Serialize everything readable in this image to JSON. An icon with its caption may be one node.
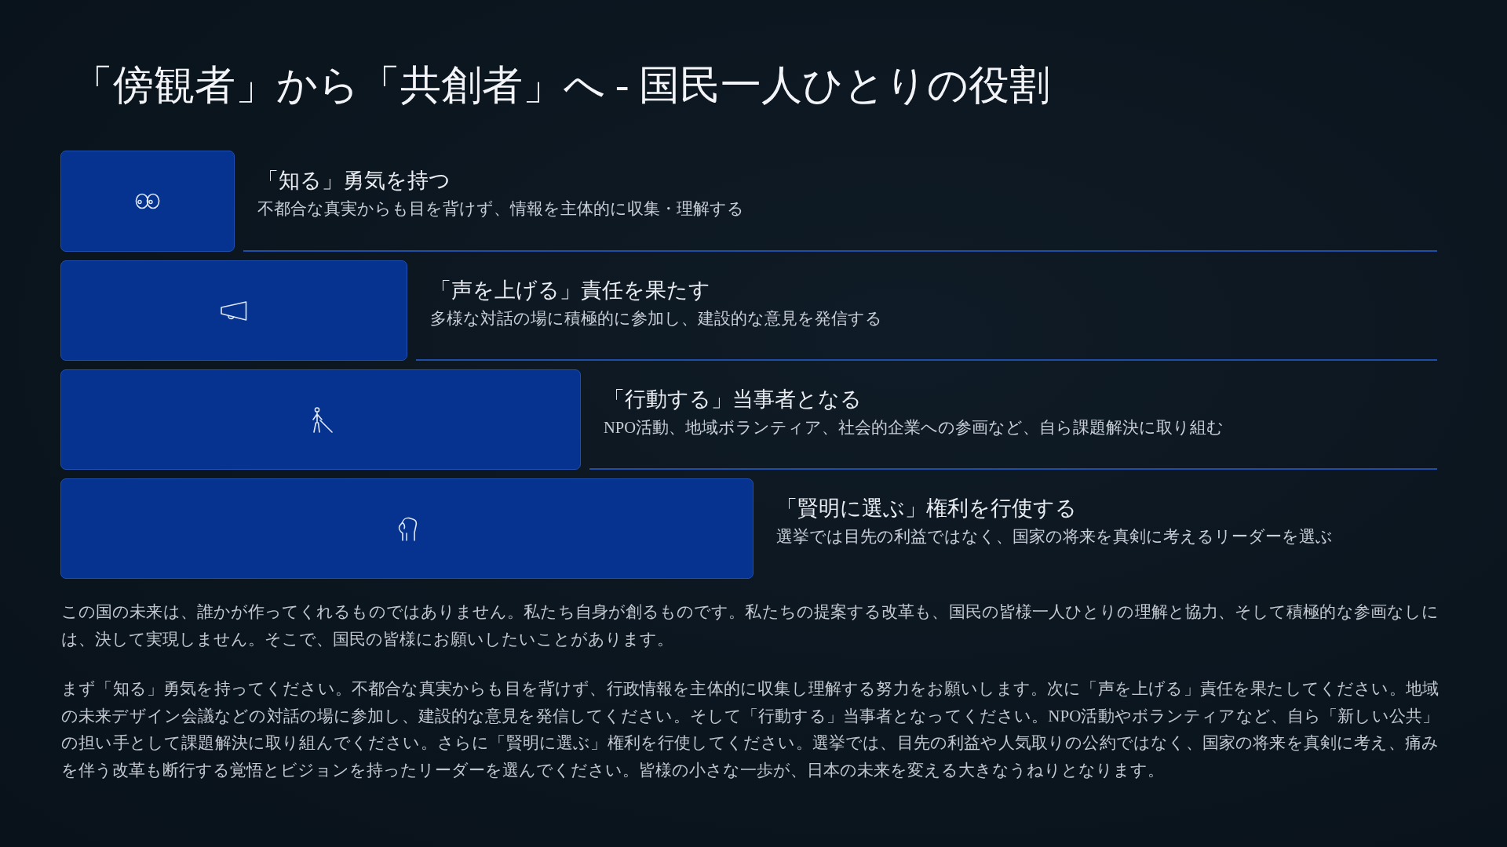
{
  "diagram": {
    "title": "「傍観者」から「共創者」へ - 国民一人ひとりの役割",
    "nodes": [
      {
        "text": [],
        "shape": "bar",
        "beside": [
          "「知る」勇気を持つ",
          "不都合な真実からも目を背けず、情報を主体的に収集・理解する"
        ]
      },
      {
        "text": [],
        "shape": "bar",
        "beside": [
          "「声を上げる」責任を果たす",
          "多様な対話の場に積極的に参加し、建設的な意見を発信する"
        ]
      },
      {
        "text": [],
        "shape": "bar",
        "beside": [
          "「行動する」当事者となる",
          "NPO活動、地域ボランティア、社会的企業への参画など、自ら課題解決に取り組む"
        ]
      },
      {
        "text": [],
        "shape": "bar",
        "beside": [
          "「賢明に選ぶ」権利を行使する",
          "選挙では目先の利益ではなく、国家の将来を真剣に考えるリーダーを選ぶ"
        ]
      }
    ],
    "labels": [
      "この国の未来は、誰かが作ってくれるものではありません。私たち自身が創るものです。私たちの提案する改革も、国民の皆様一人ひとりの理解と協力、そして積極的な参画なしには、決して実現しません。そこで、国民の皆様にお願いしたいことがあります。",
      "まず「知る」勇気を持ってください。不都合な真実からも目を背けず、行政情報を主体的に収集し理解する努力をお願いします。次に「声を上げる」責任を果たしてください。地域の未来デザイン会議などの対話の場に参加し、建設的な意見を発信してください。そして「行動する」当事者となってください。NPO活動やボランティアなど、自ら「新しい公共」の担い手として課題解決に取り組んでください。さらに「賢明に選ぶ」権利を行使してください。選挙では、目先の利益や人気取りの公約ではなく、国家の将来を真剣に考え、痛みを伴う改革も断行する覚悟とビジョンを持ったリーダーを選んでください。皆様の小さな一歩が、日本の未来を変える大きなうねりとなります。"
    ]
  }
}
